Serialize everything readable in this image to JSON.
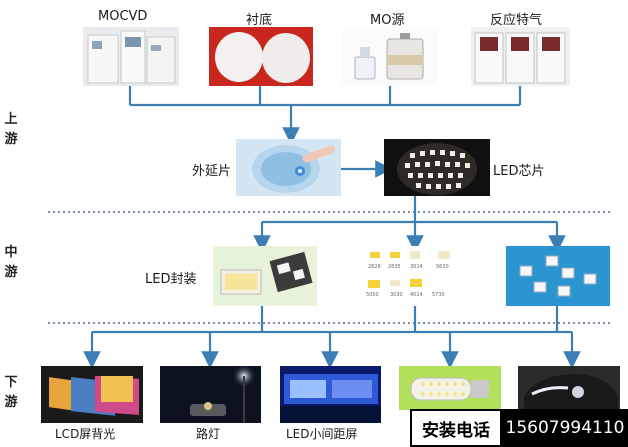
{
  "top_labels": {
    "mocvd": "MOCVD",
    "substrate": "衬底",
    "mo_source": "MO源",
    "reaction_gas": "反应特气"
  },
  "stages": {
    "upstream": [
      "上",
      "游"
    ],
    "midstream": [
      "中",
      "游"
    ],
    "downstream": [
      "下",
      "游"
    ]
  },
  "upstream_labels": {
    "epitaxial_wafer": "外延片",
    "led_chip": "LED芯片"
  },
  "midstream_labels": {
    "led_package": "LED封装"
  },
  "downstream_labels": {
    "lcd_backlight": "LCD屏背光",
    "street_light": "路灯",
    "led_small_pitch": "LED小间距屏"
  },
  "package_types": [
    "2828",
    "2835",
    "3014",
    "5630",
    "5050",
    "3030",
    "4014",
    "5730"
  ],
  "colors": {
    "arrow": "#3d7fb5",
    "divider": "#7a8fa3",
    "banner_bg": "#000000",
    "banner_text": "#ffffff"
  },
  "banner": {
    "label": "安装电话",
    "phone": "15607994110"
  }
}
